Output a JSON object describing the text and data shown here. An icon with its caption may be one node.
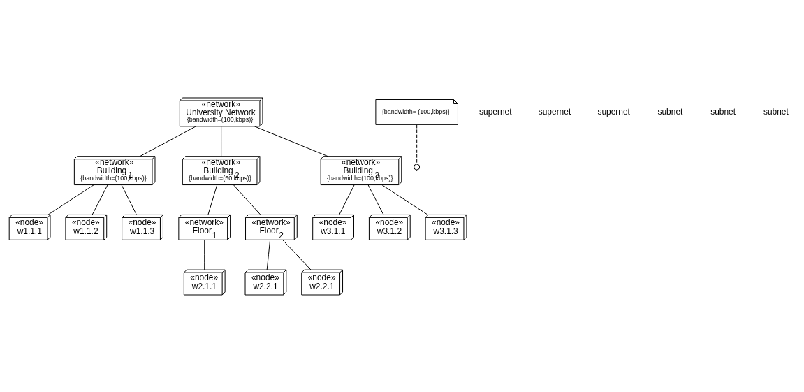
{
  "diagram": {
    "nodes": [
      {
        "text": [
          "«network»",
          "University Network",
          "{bandwidth=(100,kbps)}"
        ]
      },
      {
        "text": [
          "«network»",
          "Building$_{1}$",
          "{bandwidth=(100,kbps)}"
        ]
      },
      {
        "text": [
          "«network»",
          "Building$_{2}$",
          "{bandwidth=(50,kbps)}"
        ]
      },
      {
        "text": [
          "«network»",
          "Building$_{3}$",
          "{bandwidth=(100,kbps)}"
        ]
      },
      {
        "text": [
          "{bandwidth= (100,kbps)}"
        ]
      },
      {
        "text": [
          "«node»",
          "w1.1.1"
        ]
      },
      {
        "text": [
          "«node»",
          "w1.1.2"
        ]
      },
      {
        "text": [
          "«node»",
          "w1.1.3"
        ]
      },
      {
        "text": [
          "«network»",
          "Floor$_{1}$"
        ]
      },
      {
        "text": [
          "«network»",
          "Floor$_{2}$"
        ]
      },
      {
        "text": [
          "«node»",
          "w3.1.1"
        ]
      },
      {
        "text": [
          "«node»",
          "w3.1.2"
        ]
      },
      {
        "text": [
          "«node»",
          "w3.1.3"
        ]
      },
      {
        "text": [
          "«node»",
          "w2.1.1"
        ]
      },
      {
        "text": [
          "«node»",
          "w2.2.1"
        ]
      },
      {
        "text": [
          "«node»",
          "w2.2.1"
        ]
      }
    ],
    "edges": [
      {
        "from": 0,
        "to": 1,
        "arrow": "none"
      },
      {
        "from": 0,
        "to": 2,
        "arrow": "none"
      },
      {
        "from": 0,
        "to": 3,
        "arrow": "none"
      },
      {
        "from": 1,
        "to": 5,
        "arrow": "none"
      },
      {
        "from": 1,
        "to": 6,
        "arrow": "none"
      },
      {
        "from": 1,
        "to": 7,
        "arrow": "none"
      },
      {
        "from": 2,
        "to": 8,
        "arrow": "none"
      },
      {
        "from": 2,
        "to": 9,
        "arrow": "none"
      },
      {
        "from": 3,
        "to": 10,
        "arrow": "none"
      },
      {
        "from": 3,
        "to": 11,
        "arrow": "none"
      },
      {
        "from": 3,
        "to": 12,
        "arrow": "none"
      },
      {
        "from": 8,
        "to": 13,
        "arrow": "none"
      },
      {
        "from": 9,
        "to": 14,
        "arrow": "none"
      },
      {
        "from": 9,
        "to": 15,
        "arrow": "none"
      },
      {
        "from": 4,
        "to": null,
        "arrow": "other",
        "style": "dashed"
      }
    ],
    "labels": [
      "supernet",
      "supernet",
      "supernet",
      "subnet",
      "subnet",
      "subnet"
    ]
  }
}
